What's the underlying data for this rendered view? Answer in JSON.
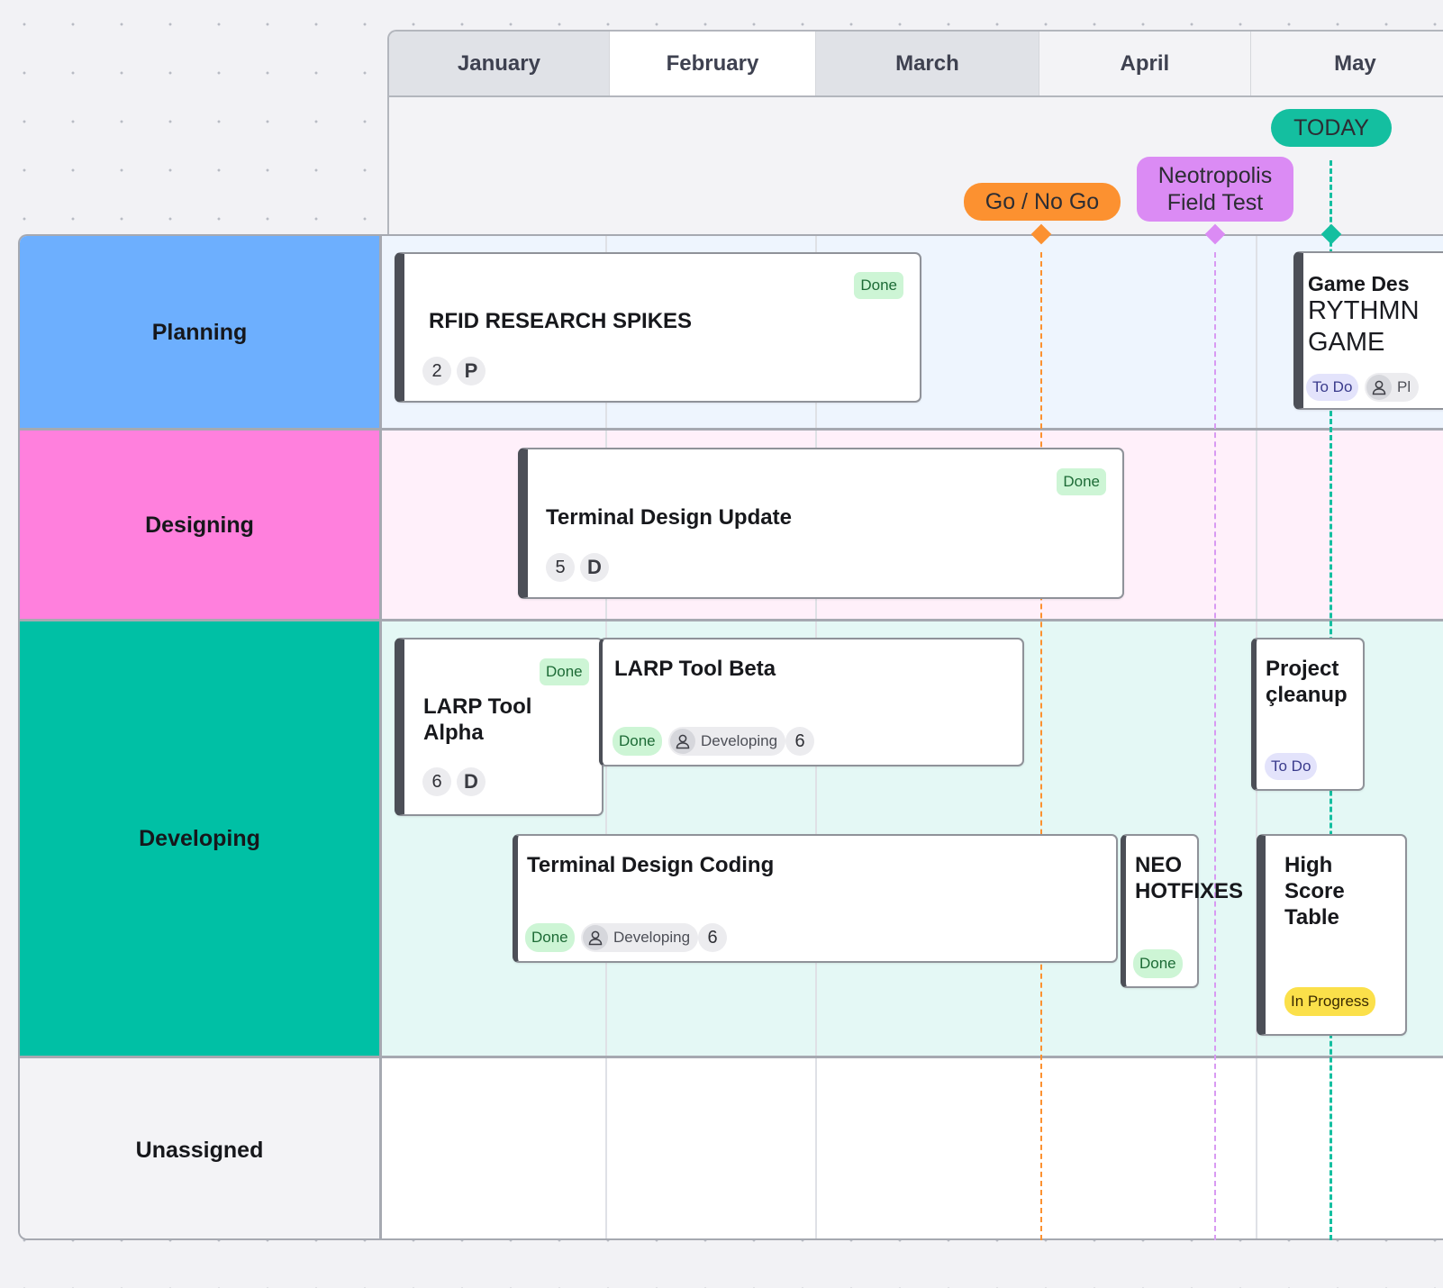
{
  "months": [
    "January",
    "February",
    "March",
    "April",
    "May"
  ],
  "lanes": [
    {
      "label": "Planning",
      "color": "#6daffe",
      "bg": "#eef5fe"
    },
    {
      "label": "Designing",
      "color": "#ff80dd",
      "bg": "#fff0fa"
    },
    {
      "label": "Developing",
      "color": "#00c0a5",
      "bg": "#e4f8f5"
    },
    {
      "label": "Unassigned",
      "color": "#f3f3f6",
      "bg": "#ffffff"
    }
  ],
  "milestones": {
    "go_no_go": {
      "label": "Go / No Go",
      "color": "#fc9130"
    },
    "field_test": {
      "label": "Neotropolis\nField Test",
      "color": "#db8bf4"
    },
    "today": {
      "label": "TODAY",
      "color": "#14bfa0"
    }
  },
  "cards": {
    "rfid": {
      "title": "RFID RESEARCH SPIKES",
      "status": "Done",
      "count": "2",
      "letter": "P"
    },
    "game_design": {
      "title_line1": "Game Des",
      "title_line2": "RYTHMN",
      "title_line3": "GAME",
      "status": "To Do",
      "assignee": "Pl"
    },
    "terminal_update": {
      "title": "Terminal Design Update",
      "status": "Done",
      "count": "5",
      "letter": "D"
    },
    "larp_alpha": {
      "title": "LARP Tool Alpha",
      "status": "Done",
      "count": "6",
      "letter": "D"
    },
    "larp_beta": {
      "title": "LARP Tool Beta",
      "status": "Done",
      "assignee": "Developing",
      "count": "6"
    },
    "project_cleanup": {
      "title": "Project çleanup",
      "status": "To Do"
    },
    "terminal_coding": {
      "title": "Terminal Design Coding",
      "status": "Done",
      "assignee": "Developing",
      "count": "6"
    },
    "neo_hotfixes": {
      "title": "NEO HOTFIXES",
      "status": "Done"
    },
    "high_score": {
      "title": "High Score Table",
      "status": "In Progress"
    }
  }
}
